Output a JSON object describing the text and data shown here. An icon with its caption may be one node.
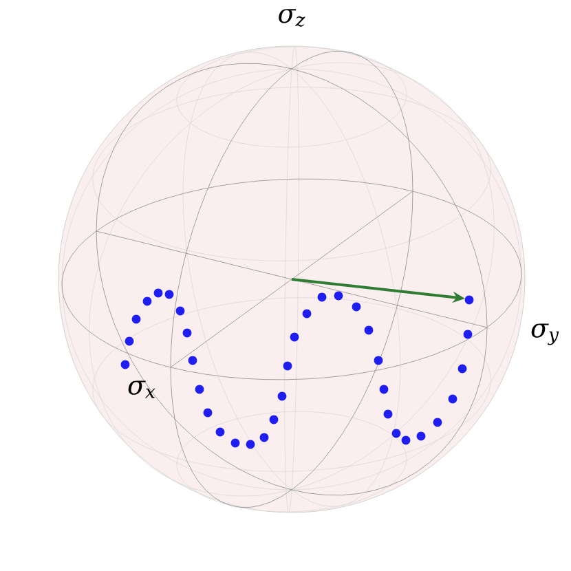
{
  "diagram": {
    "labels": [
      "σ$_{z}$",
      "σ$_{y}$",
      "σ$_{x}$"
    ]
  }
}
